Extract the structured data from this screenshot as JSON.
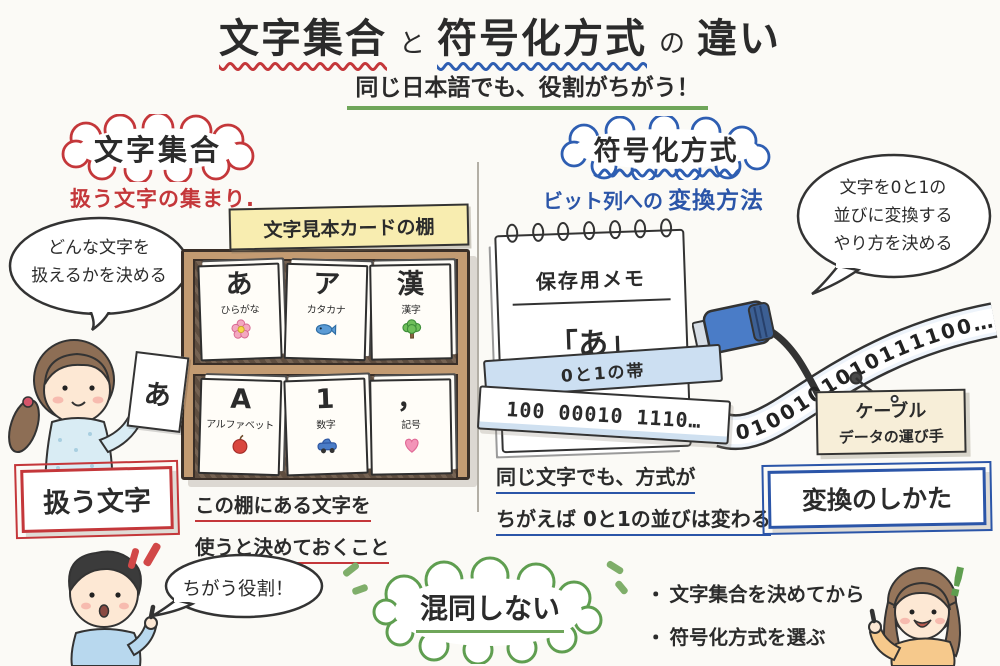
{
  "title": {
    "charset": "文字集合",
    "connector": "と",
    "encoding": "符号化方式",
    "particle": "の",
    "difference": "違い",
    "subtitle": "同じ日本語でも、役割がちがう！"
  },
  "left": {
    "heading": "文字集合",
    "subheading": "扱う文字の集まり.",
    "speech_line1": "どんな文字を",
    "speech_line2": "扱えるかを決める",
    "shelf_sign": "文字見本カードの棚",
    "cards": [
      {
        "char": "あ",
        "label": "ひらがな",
        "icon": "flower-icon"
      },
      {
        "char": "ア",
        "label": "カタカナ",
        "icon": "fish-icon"
      },
      {
        "char": "漢",
        "label": "漢字",
        "icon": "tree-icon"
      },
      {
        "char": "A",
        "label": "アルファベット",
        "icon": "apple-icon"
      },
      {
        "char": "1",
        "label": "数字",
        "icon": "car-icon"
      },
      {
        "char": "，",
        "label": "記号",
        "icon": "heart-icon"
      }
    ],
    "held_card_char": "あ",
    "box_label": "扱う文字",
    "note_line1": "この棚にある文字を",
    "note_line2": "使うと決めておくこと"
  },
  "right": {
    "heading": "符号化方式",
    "subheading_plain": "ビット列への",
    "subheading_strong": "変換方法",
    "speech_line1": "文字を0と1の",
    "speech_line2": "並びに変換する",
    "speech_line3": "やり方を決める",
    "notepad_title": "保存用メモ",
    "notepad_char": "「あ」",
    "ribbon_label": "0と1の帯",
    "ribbon_bits": "100 00010 1110…",
    "cable_bits": "0100101010111100…",
    "tag_line1": "ケーブル",
    "tag_line2": "データの運び手",
    "note_line1": "同じ文字でも、方式が",
    "note_line2": "ちがえば 0と1の並びは変わる",
    "box_label": "変換のしかた"
  },
  "bottom": {
    "boy_speech": "ちがう役割！",
    "center_bubble": "混同しない",
    "bullet1": "文字集合を決めてから",
    "bullet2": "符号化方式を選ぶ",
    "girl_exclaim": "!"
  },
  "colors": {
    "red": "#c4373a",
    "blue": "#2e5eb2",
    "green": "#5f9e50",
    "sign_yellow": "#f8edb0"
  }
}
